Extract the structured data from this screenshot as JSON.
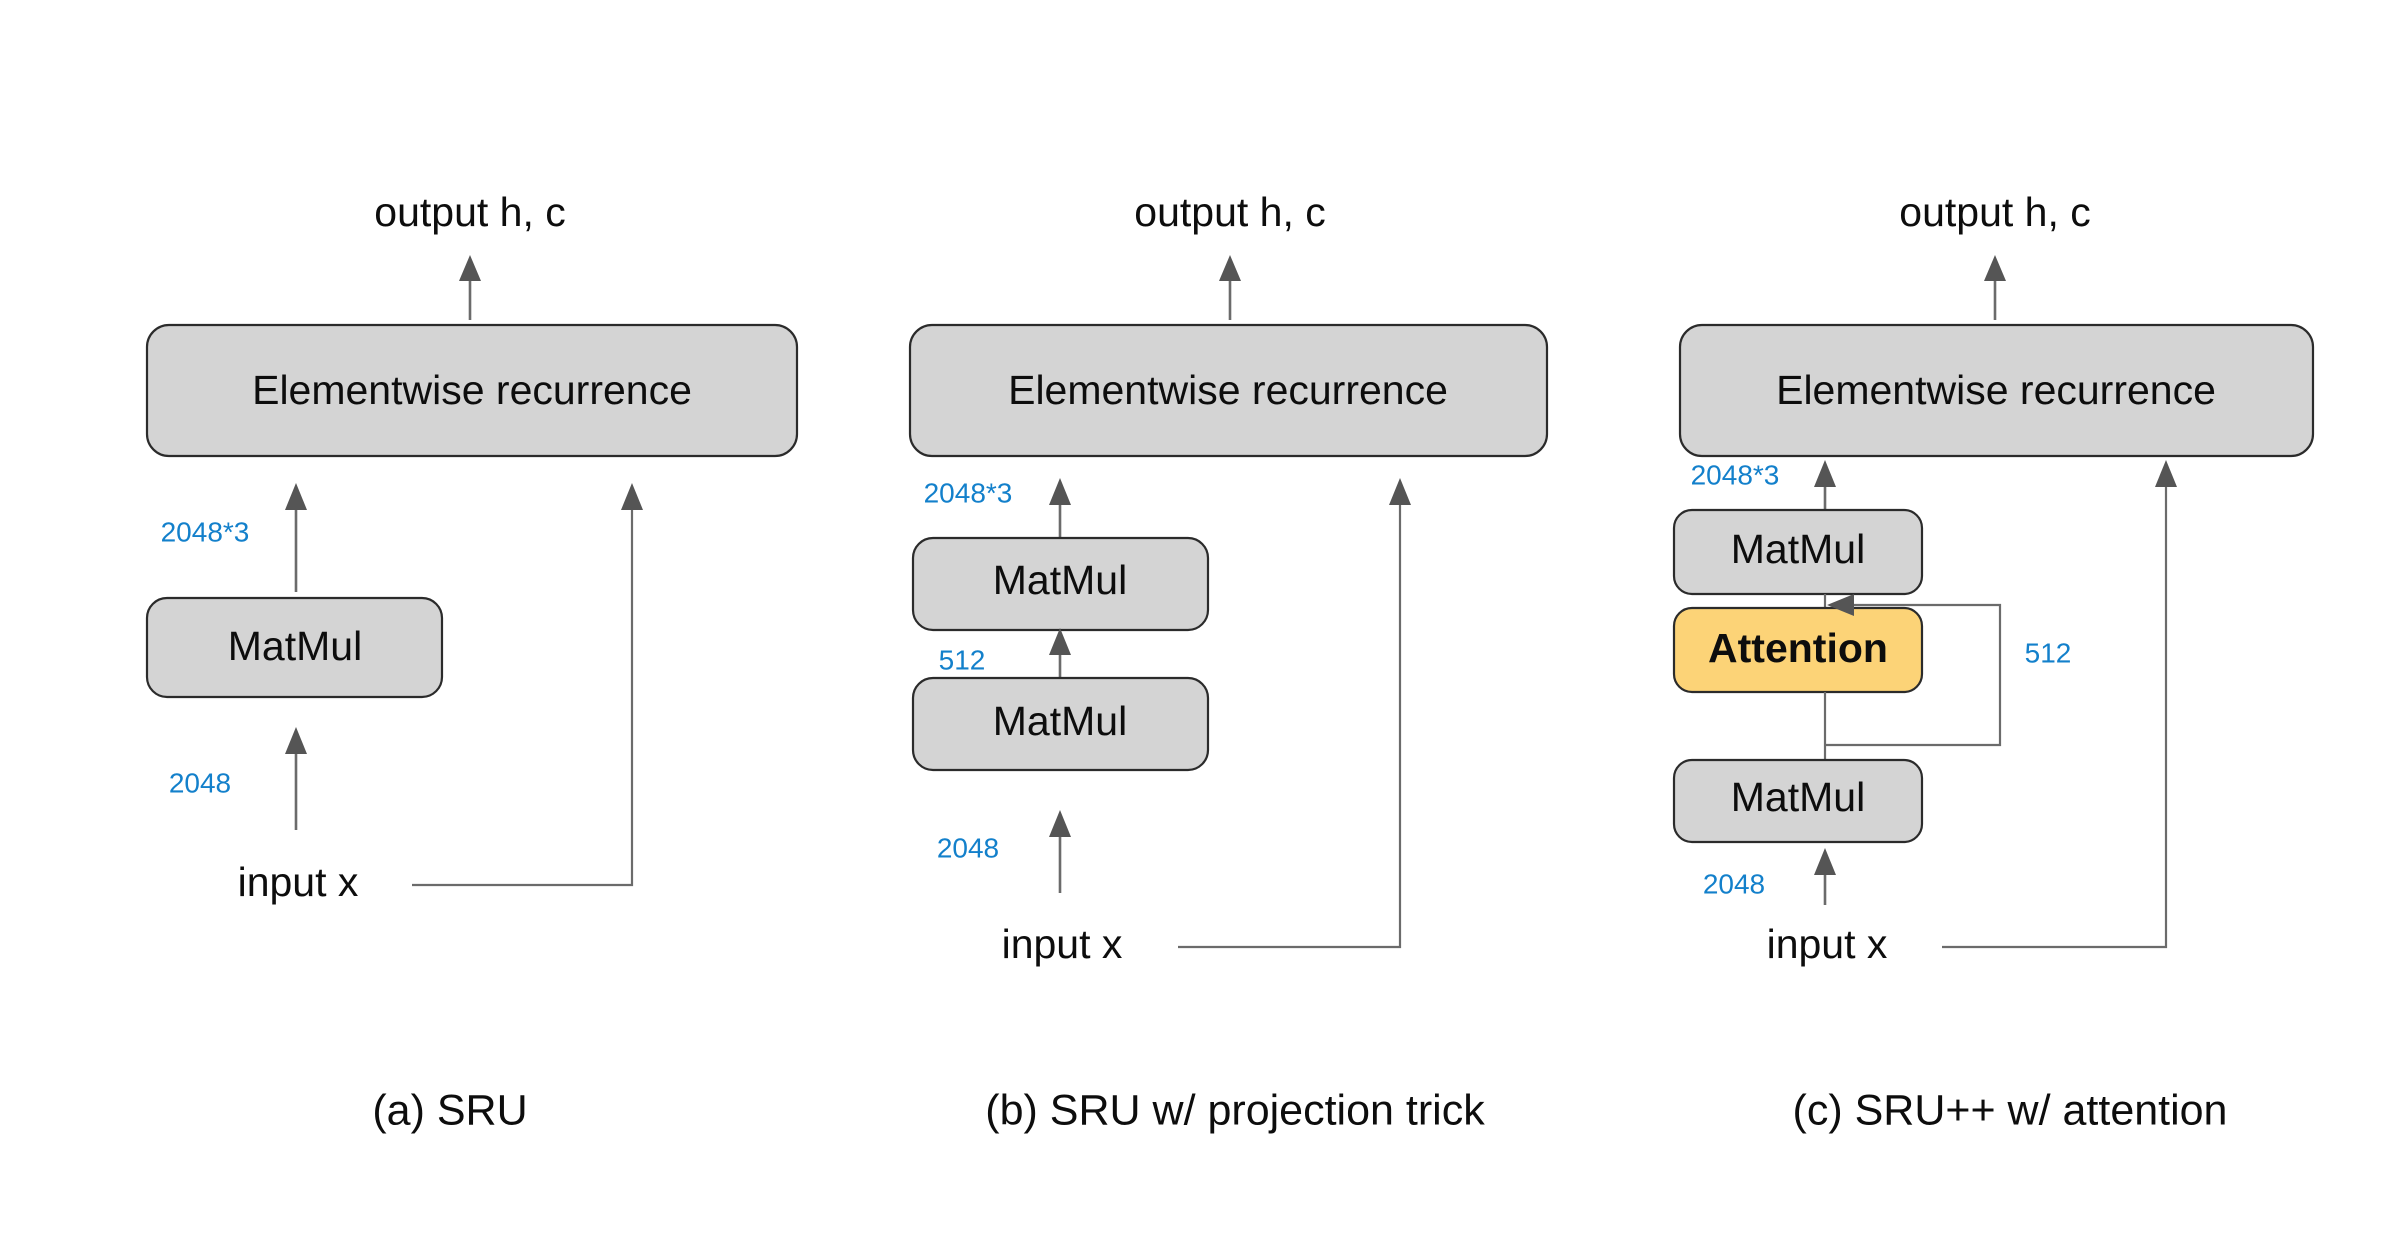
{
  "figure": {
    "background_color": "#ffffff",
    "accent_blue": "#1380cb",
    "box_gray": "#d4d4d4",
    "box_amber": "#fcd377",
    "line_gray": "#6b6b6b"
  },
  "panels": [
    {
      "id": "a",
      "caption": "(a) SRU",
      "output_label": "output h, c",
      "input_label": "input x",
      "recurrence_label": "Elementwise recurrence",
      "blocks": [
        {
          "label": "MatMul",
          "style": "gray"
        }
      ],
      "dims": [
        "2048*3",
        "2048"
      ]
    },
    {
      "id": "b",
      "caption": "(b) SRU w/ projection trick",
      "output_label": "output h, c",
      "input_label": "input x",
      "recurrence_label": "Elementwise recurrence",
      "blocks": [
        {
          "label": "MatMul",
          "style": "gray"
        },
        {
          "label": "MatMul",
          "style": "gray"
        }
      ],
      "dims": [
        "2048*3",
        "512",
        "2048"
      ]
    },
    {
      "id": "c",
      "caption": "(c) SRU++ w/ attention",
      "output_label": "output h, c",
      "input_label": "input x",
      "recurrence_label": "Elementwise recurrence",
      "blocks": [
        {
          "label": "MatMul",
          "style": "gray"
        },
        {
          "label": "Attention",
          "style": "amber"
        },
        {
          "label": "MatMul",
          "style": "gray"
        }
      ],
      "dims": [
        "2048*3",
        "512",
        "2048"
      ],
      "residual_dim": "512"
    }
  ]
}
